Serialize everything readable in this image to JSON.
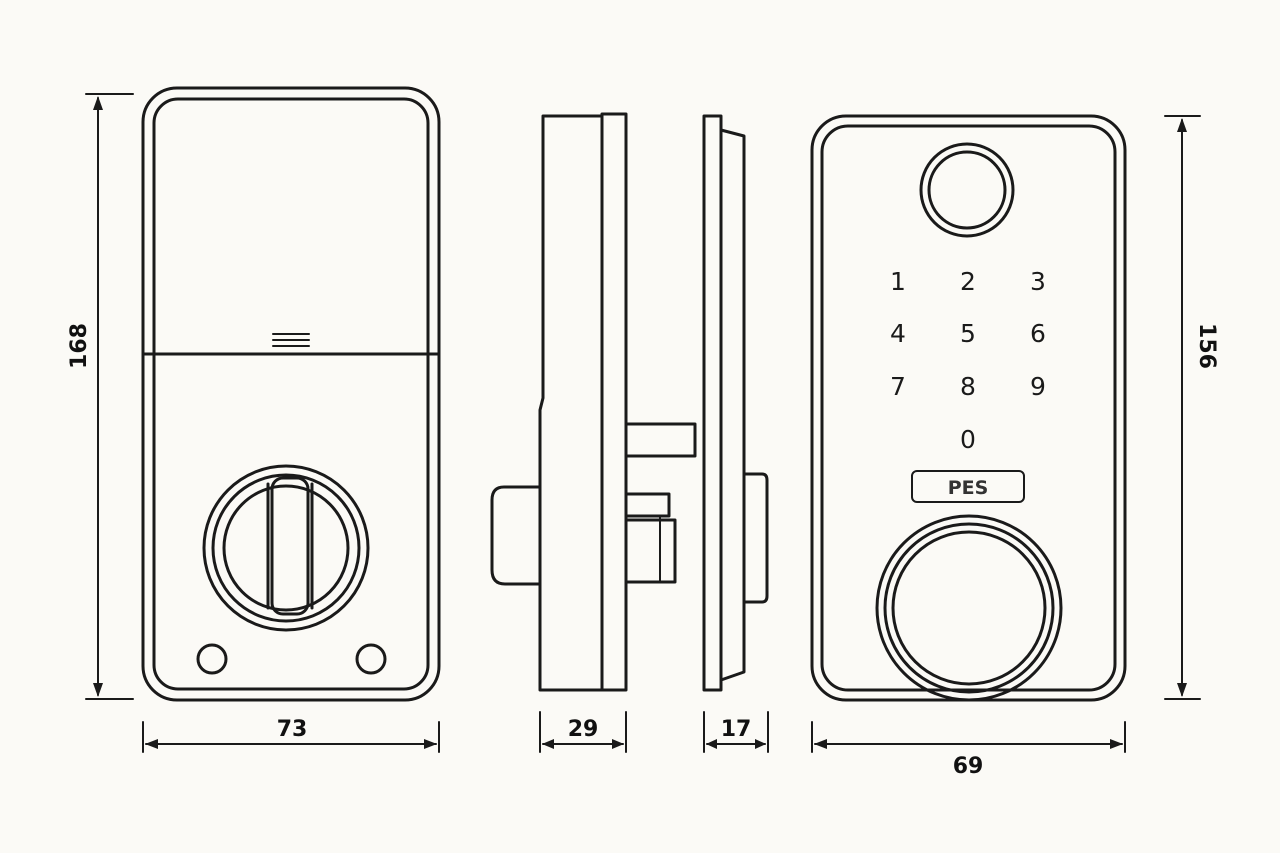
{
  "colors": {
    "background": "#fbfaf6",
    "line": "#1a1a1a"
  },
  "dimensions": {
    "interior_height": "168",
    "interior_width": "73",
    "side_depth_interior": "29",
    "side_depth_exterior": "17",
    "exterior_width": "69",
    "exterior_height": "156"
  },
  "keypad": {
    "keys": [
      "1",
      "2",
      "3",
      "4",
      "5",
      "6",
      "7",
      "8",
      "9",
      "0"
    ],
    "button_label": "PES"
  },
  "icons": {
    "fingerprint": "fingerprint-sensor-icon",
    "thumbturn": "thumbturn-icon",
    "knob": "round-knob-icon"
  }
}
